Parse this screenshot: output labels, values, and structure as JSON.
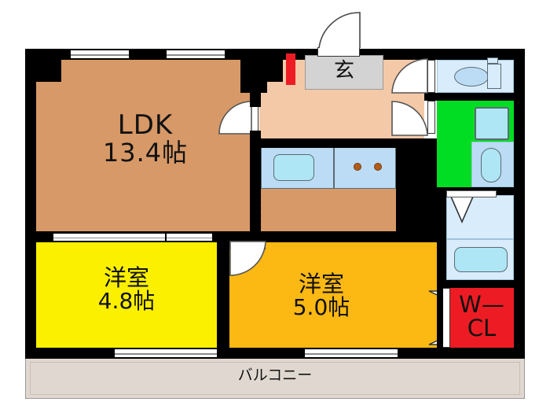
{
  "plan": {
    "type": "japanese-apartment-floorplan",
    "unit_layout": "2LDK",
    "rooms": [
      {
        "key": "ldk",
        "label_line1": "LDK",
        "label_line2": "13.4帖",
        "area_jo": 13.4,
        "color": "#d79967"
      },
      {
        "key": "washitsu_left",
        "label_line1": "洋室",
        "label_line2": "4.8帖",
        "area_jo": 4.8,
        "color": "#fbf000"
      },
      {
        "key": "washitsu_right",
        "label_line1": "洋室",
        "label_line2": "5.0帖",
        "area_jo": 5.0,
        "color": "#fcb813"
      },
      {
        "key": "closet",
        "label_line1": "W—",
        "label_line2": "CL",
        "area_jo": null,
        "color": "#ed1c24"
      },
      {
        "key": "entrance",
        "label_line1": "玄",
        "label_line2": "",
        "area_jo": null,
        "color": "#d3d3d3"
      },
      {
        "key": "balcony",
        "label_line1": "バルコニー",
        "label_line2": "",
        "area_jo": null,
        "color": "#e0d8d0"
      }
    ],
    "labels": {
      "ldk": "LDK",
      "ldk_area": "13.4帖",
      "bedroom_left": "洋室",
      "bedroom_left_area": "4.8帖",
      "bedroom_right": "洋室",
      "bedroom_right_area": "5.0帖",
      "closet_line1": "W—",
      "closet_line2": "CL",
      "entrance": "玄",
      "balcony": "バルコニー"
    },
    "colors": {
      "wall": "#000000",
      "ldk": "#d79967",
      "corridor": "#f4c9a8",
      "bedroom_yellow": "#fbf000",
      "bedroom_orange": "#fcb813",
      "closet_red": "#ed1c24",
      "sanitary_green": "#00dd22",
      "fixture_blue": "#bcdcf5",
      "fixture_blue_light": "#d8ecfb",
      "fixture_cyan": "#aee6f5",
      "entrance_tile": "#d3d3d3",
      "balcony": "#e0d8d0",
      "shoe_box_red": "#ed1c24",
      "background": "#ffffff"
    },
    "fixtures": [
      {
        "name": "toilet",
        "room": "toilet"
      },
      {
        "name": "kitchen-sink",
        "room": "ldk-kitchen"
      },
      {
        "name": "gas-stove",
        "room": "ldk-kitchen",
        "burners": 2
      },
      {
        "name": "bathtub",
        "room": "bathroom"
      },
      {
        "name": "shower-basin",
        "room": "bathroom"
      },
      {
        "name": "washing-machine-space",
        "room": "washroom"
      },
      {
        "name": "vanity-sink",
        "room": "washroom"
      }
    ]
  }
}
